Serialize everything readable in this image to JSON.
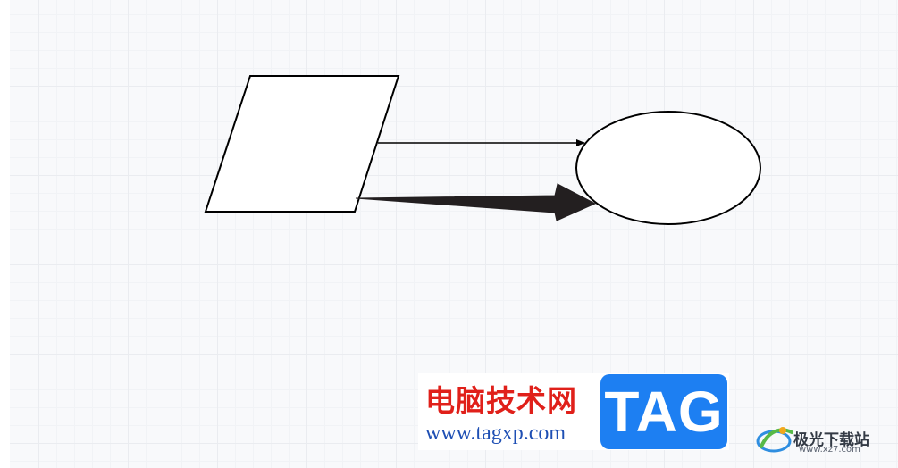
{
  "watermark": {
    "site_name": "电脑技术网",
    "url": "www.tagxp.com",
    "tag": "TAG"
  },
  "corner_logo": {
    "name": "极光下载站",
    "url": "www.xz7.com"
  },
  "colors": {
    "canvas_background": "#f8f9fb",
    "grid_line": "#e6e8ec",
    "shape_stroke": "#000000",
    "shape_fill": "#ffffff",
    "arrow_fill": "#231f20",
    "watermark_red": "#e0201a",
    "watermark_blue": "#1e4fb4",
    "tag_background": "#1d7ff2"
  }
}
